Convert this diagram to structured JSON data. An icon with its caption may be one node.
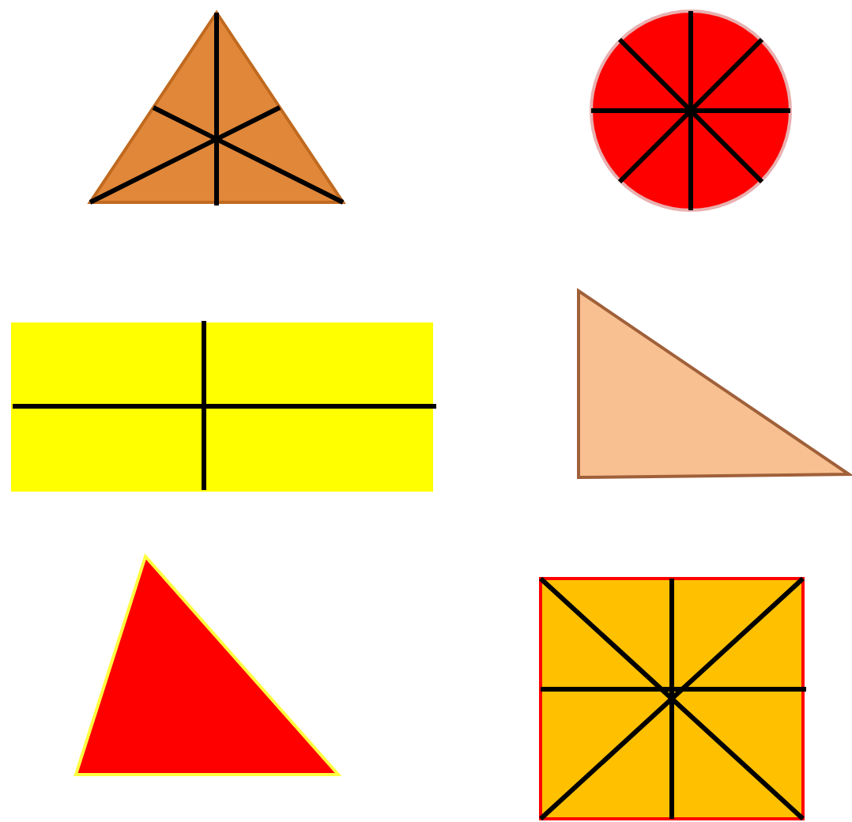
{
  "diagram": {
    "nodes": [
      {
        "text": [],
        "shape": "triangle"
      },
      {
        "text": [],
        "shape": "circle"
      },
      {
        "text": [],
        "shape": "rectangle"
      },
      {
        "text": [],
        "shape": "triangle"
      },
      {
        "text": [],
        "shape": "triangle"
      },
      {
        "text": [],
        "shape": "square"
      }
    ]
  }
}
